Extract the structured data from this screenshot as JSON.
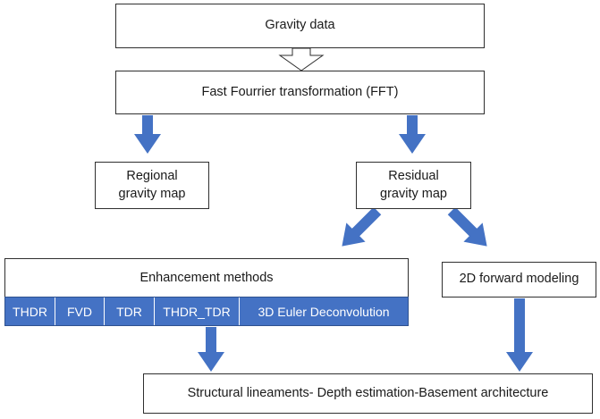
{
  "nodes": {
    "gravity_data": "Gravity data",
    "fft": "Fast Fourrier transformation (FFT)",
    "regional": [
      "Regional",
      "gravity map"
    ],
    "residual": [
      "Residual",
      "gravity map"
    ],
    "enhancement": "Enhancement methods",
    "forward_modeling": "2D forward modeling",
    "structural": "Structural lineaments- Depth estimation-Basement architecture"
  },
  "methods": [
    "THDR",
    "FVD",
    "TDR",
    "THDR_TDR",
    "3D Euler Deconvolution"
  ],
  "colors": {
    "arrow": "#4472c4",
    "method_bg": "#4472c4",
    "border": "#2f2f2f"
  }
}
